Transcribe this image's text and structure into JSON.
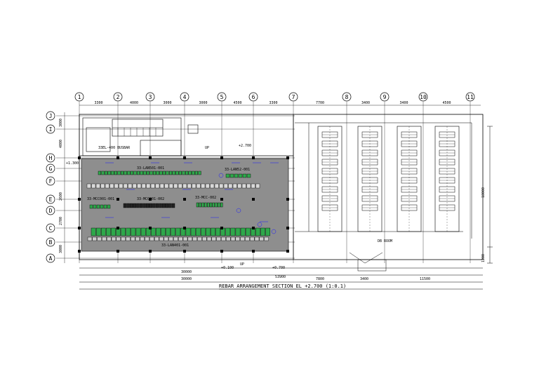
{
  "grid": {
    "columns": [
      "1",
      "2",
      "3",
      "4",
      "5",
      "6",
      "7",
      "8",
      "9",
      "10",
      "11"
    ],
    "rows": [
      "J",
      "I",
      "H",
      "G",
      "F",
      "E",
      "D",
      "C",
      "B",
      "A"
    ]
  },
  "dimensions": {
    "column_spans": [
      "3300",
      "4000",
      "3000",
      "3000",
      "4500",
      "3300",
      "7700",
      "3400",
      "3400",
      "4500"
    ],
    "row_spans": [
      "3000",
      "4000",
      "2600",
      "2700",
      "3000"
    ],
    "bottom_spans": [
      "30000",
      "7800",
      "3400",
      "11500"
    ],
    "overall": "53900",
    "right_overall": "18000",
    "right_bottom": "1200"
  },
  "levels": {
    "top": "+2.700",
    "left": "+1.300",
    "bottom_mid": "+0.100",
    "bottom_right": "+0.700"
  },
  "equipment_labels": {
    "panel_row_1": "33-LAN501-001",
    "panel_group_g": "33-LAN52-001",
    "panel_mid_a": "33-MCC001-001",
    "panel_mid_b": "33-MCC001-002",
    "panel_mid_c": "33-MCC-002",
    "panel_bottom": "33-LAN401-001",
    "top_note": "33EL-400 BUSBAR"
  },
  "rooms": {
    "transformer_room": "DB ROOM",
    "up_mark": "UP"
  },
  "title": {
    "text": "REBAR ARRANGEMENT SECTION EL +2.700 (1:0.1)"
  }
}
